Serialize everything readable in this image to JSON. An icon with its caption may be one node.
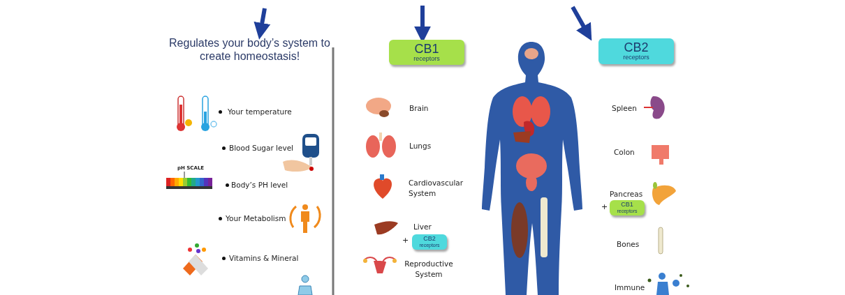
{
  "diagram": {
    "nodes": [
      {
        "text": [
          "Regulates your body’s system to create homeostasis!"
        ]
      },
      {
        "text": [
          "CB1",
          "receptors"
        ]
      },
      {
        "text": [
          "CB2",
          "receptors"
        ]
      },
      {
        "text": [
          "CB2",
          "receptors"
        ]
      },
      {
        "text": [
          "CB1",
          "receptors"
        ]
      }
    ],
    "edges": [
      {
        "from": null,
        "to": 0,
        "arrow": "to"
      },
      {
        "from": null,
        "to": 1,
        "arrow": "to"
      },
      {
        "from": null,
        "to": 2,
        "arrow": "to"
      }
    ],
    "labels": [
      "pH SCALE",
      "Your temperature",
      "Blood Sugar level",
      "Body’s PH level",
      "Your Metabolism",
      "Vitamins & Mineral",
      "Brain",
      "Lungs",
      "Cardiovascular System",
      "Liver",
      "+",
      "Reproductive System",
      "Spleen",
      "Colon",
      "Pancreas",
      "+",
      "Bones",
      "Immune"
    ]
  }
}
